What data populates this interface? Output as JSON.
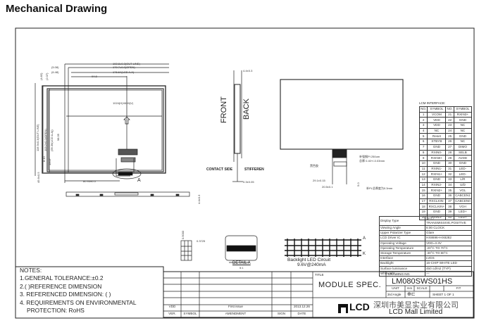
{
  "page_title": "Mechanical Drawing",
  "drawing": {
    "outline_width": "192.8±0.3(OUT LINE)",
    "open_width": "179.7±0.2(OPEN)",
    "aa_width": "176.64(LCD A.A)",
    "left_offset_1": "(5.08)",
    "left_offset_2": "(6.48)",
    "center_offset": "94.8",
    "resolution": "1024(H)X600(V)",
    "outline_height": "116.9±0.3(OUT LINE)",
    "open_height": "103.2±0.2(OPEN)",
    "aa_height": "(99.36(LCD A.A))",
    "top_offset_1": "(4.82)",
    "top_offset_2": "(2.07)",
    "fpc_height": "98.35",
    "fpc_offset": "80.93±0.5",
    "bottom_1": "45.6±0.5",
    "bottom_2": "8.10",
    "bottom_3": "13.07",
    "detail_label": "A",
    "thickness": "4.4±0.3",
    "front": "FRONT",
    "back": "BACK",
    "contact_side": "CONTACT SIDE",
    "stiffener": "STIFFEREN",
    "fpc_thickness": "0.3±0.05",
    "pi_note": "补强钢PI 250um",
    "thick_note": "总厚 0.40+/-0.03mm",
    "tape_note": "黑色胶",
    "dim_a": "29.1±0.15",
    "dim_b": "20.5±0.1",
    "dim_c": "5.0",
    "pl_note": "补PL总厚度为0.3mm",
    "pitch": "0.3725",
    "pitch_v": "0.5000",
    "detail_title": "DETAIL A",
    "detail_scale": "5:1",
    "led_anode": "A",
    "led_cathode": "K",
    "led_title": "Backlight LED Circuit",
    "led_spec": "9.6V@240mA"
  },
  "lcm_interface": {
    "title": "LCM INTERFACE:",
    "headers": [
      "NO.",
      "SYMBOL",
      "NO.",
      "SYMBOL"
    ],
    "rows": [
      [
        "1",
        "VCOM",
        "21",
        "RXIN3+"
      ],
      [
        "2",
        "VDD",
        "22",
        "GND"
      ],
      [
        "3",
        "VDD",
        "23",
        "NC"
      ],
      [
        "4",
        "NC",
        "24",
        "NC"
      ],
      [
        "5",
        "Reset",
        "25",
        "GND"
      ],
      [
        "6",
        "STBYB",
        "26",
        "NC"
      ],
      [
        "7",
        "GND",
        "27",
        "DIMO"
      ],
      [
        "8",
        "RXIN0-",
        "28",
        "SELB"
      ],
      [
        "9",
        "RXIN0+",
        "29",
        "AVDD"
      ],
      [
        "10",
        "GND",
        "30",
        "GND"
      ],
      [
        "11",
        "RXIN1-",
        "31",
        "LED-"
      ],
      [
        "12",
        "RXIN1+",
        "32",
        "LED-"
      ],
      [
        "13",
        "GND",
        "33",
        "L/R"
      ],
      [
        "14",
        "RXIN2-",
        "34",
        "U/D"
      ],
      [
        "15",
        "RXIN2+",
        "35",
        "VGL"
      ],
      [
        "16",
        "GND",
        "36",
        "CABCEN1"
      ],
      [
        "17",
        "RXCLKIN-",
        "37",
        "CABCEN0"
      ],
      [
        "18",
        "RXCLKIN+",
        "38",
        "VGH"
      ],
      [
        "19",
        "GND",
        "39",
        "LED+"
      ],
      [
        "20",
        "RXIN3-",
        "40",
        "LED+"
      ]
    ]
  },
  "spec": [
    [
      "Display Type",
      "TFT / TRANSMISSIVE,POSITIVE"
    ],
    [
      "Viewing Angle",
      "6:00 CLOCK"
    ],
    [
      "Upper Polarizer Type",
      "Glare"
    ],
    [
      "LCD Driver IC",
      "HX8696+HX8282"
    ],
    [
      "Operating Voltage",
      "VDD=3.3V"
    ],
    [
      "Operating Temperature",
      "-20°C TO 70°C"
    ],
    [
      "Storage Temperature",
      "-30°C TO 80°C"
    ],
    [
      "Interface",
      "LVDS"
    ],
    [
      "Backlight",
      "16-CHIP WHITE LED"
    ],
    [
      "Surface luminance",
      "450 cd/m2    (TYP)"
    ],
    [
      "White X/Y",
      "—"
    ]
  ],
  "notes": [
    "NOTES:",
    "1.GENERAL TOLERANCE:±0.2",
    "2.(  )REFERENCE DIMENSION",
    "3. REFERENCED DIMENSION: (   )",
    "4. REQUIREMENTS ON ENVIRONMENTAL",
    "PROTECTION: RoHS"
  ],
  "title_block": {
    "rev_ver": "VDD",
    "rev_amendment": "First issue",
    "rev_date": "2013.12.26",
    "headers": [
      "VER.",
      "SYMBOL",
      "AMENDMENT",
      "SIGN",
      "DATE"
    ],
    "title_label": "TITLE",
    "title": "MODULE SPEC.",
    "drawing_no_label": "DRAWING NO.",
    "drawing_no": "LM080SWS01HS",
    "unit_label": "UNIT",
    "unit": "mm",
    "scale_label": "SCALE",
    "scale": "FIT",
    "projection": "3rd Angle",
    "sheet": "SHEET 1  OF  1",
    "company_cn": "深圳市美显实业有限公司",
    "company_en": "LCD Mall Limited"
  }
}
